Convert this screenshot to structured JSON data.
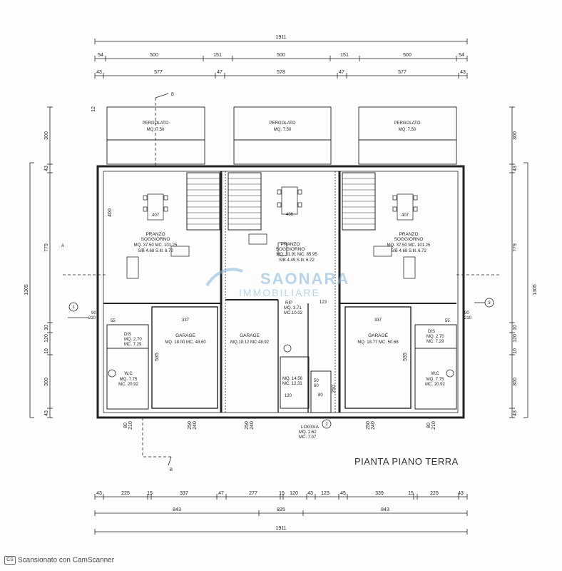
{
  "title": "PIANTA PIANO TERRA",
  "watermark": {
    "line1": "SAONARA",
    "line2": "IMMOBILIARE"
  },
  "footer": {
    "icon": "camscanner-icon",
    "text": "Scansionato con CamScanner"
  },
  "dims_top": {
    "total": "1911",
    "row2": [
      "54",
      "500",
      "151",
      "500",
      "151",
      "500",
      "54"
    ],
    "row3": [
      "43",
      "577",
      "47",
      "578",
      "47",
      "577",
      "43"
    ]
  },
  "dims_bottom": {
    "row1": [
      "43",
      "225",
      "15",
      "337",
      "47",
      "277",
      "15",
      "120",
      "43",
      "123",
      "45",
      "339",
      "15",
      "225",
      "43"
    ],
    "row2": [
      "843",
      "825",
      "843"
    ],
    "total": "1911"
  },
  "dims_left": {
    "outer": "1305",
    "inner": [
      "300",
      "43",
      "779",
      "10",
      "120",
      "10",
      "300",
      "43"
    ],
    "small": "12"
  },
  "dims_right": {
    "outer": "1305",
    "inner": [
      "300",
      "43",
      "779",
      "10",
      "120",
      "10",
      "300",
      "43"
    ]
  },
  "pergolati": [
    {
      "name": "PERGOLATO",
      "area": "MQ. 7.50"
    },
    {
      "name": "PERGOLATO",
      "area": "MQ. 7.50"
    },
    {
      "name": "PERGOLATO",
      "area": "MQ. 7.50"
    }
  ],
  "units": {
    "left": {
      "table": "407",
      "wall_h": "400",
      "living_a": "PRANZO",
      "living_b": "SOGGIORNO",
      "living_mq": "MQ. 37.50 MC. 101.25",
      "living_sa": "S/B 4.68 S.Ill. 6.72",
      "door": "90",
      "door_h": "210",
      "door_w": "55",
      "dis_name": "DIS",
      "dis_mq": "MQ. 2.70",
      "dis_mc": "MC. 7.29",
      "wc_name": "W.C",
      "wc_mq": "MQ. 7.75",
      "wc_mc": "MC. 20.92",
      "garage_w": "337",
      "garage": "GARAGE",
      "garage_mq": "MQ. 18.00 MC. 48.60",
      "garage_h": "535",
      "gdoor": "250",
      "gdoor_h": "240",
      "pdoor": "80",
      "pdoor_h": "210"
    },
    "center": {
      "table": "406",
      "living_a": "PRANZO",
      "living_b": "SOGGIORNO",
      "living_mq": "MQ. 31.91 MC. 85.95",
      "living_sa": "S/B 4.49 S.Ill. 6.72",
      "rip_name": "RIP",
      "rip_mq": "MQ. 3.71",
      "rip_mc": "MC.10.02",
      "rip_w": "123",
      "garage": "GARAGE",
      "garage_mq": "MQ.18.12 MC.48.92",
      "wc_mq": "MQ. 14.56",
      "wc_mc": "MC. 12.31",
      "s50": "50",
      "s60": "60",
      "s80": "80",
      "s250": "250",
      "s120": "120",
      "loggia": "LOGGIA",
      "loggia_mq": "MQ. 2.62",
      "loggia_mc": "MC. 7.07",
      "gdoor": "250",
      "gdoor_h": "240"
    },
    "right": {
      "table": "407",
      "living_a": "PRANZO",
      "living_b": "SOGGIORNO",
      "living_mq": "MQ. 37.50 MC. 101.25",
      "living_sa": "S/B 4.68 S.Ill. 6.72",
      "door": "90",
      "door_h": "210",
      "door_w": "55",
      "dis_name": "DIS",
      "dis_mq": "MQ. 2.70",
      "dis_mc": "MC. 7.29",
      "wc_name": "W.C",
      "wc_mq": "MQ. 7.75",
      "wc_mc": "MC. 20.92",
      "garage_w": "337",
      "garage": "GARAGE",
      "garage_mq": "MQ. 18.77 MC. 50.68",
      "garage_h": "535",
      "gdoor": "250",
      "gdoor_h": "240",
      "pdoor": "80",
      "pdoor_h": "210"
    }
  },
  "markers": {
    "m1": "1",
    "m2": "2",
    "m3": "3",
    "section": "B",
    "section_top": "B",
    "axis_a": "A"
  }
}
